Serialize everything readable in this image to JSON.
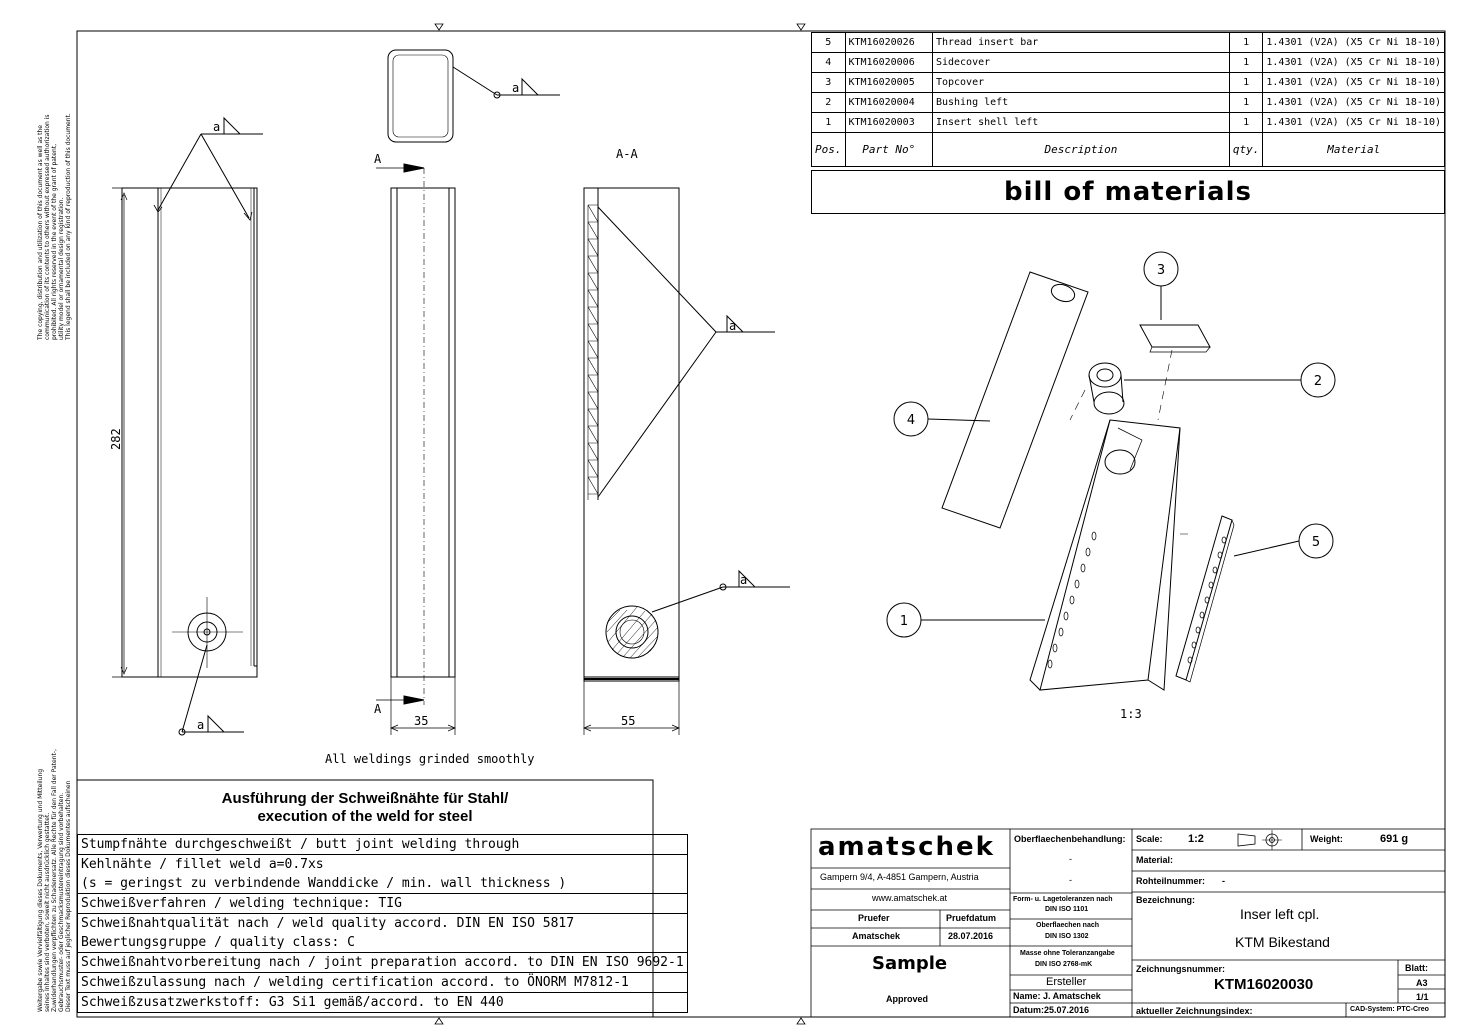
{
  "side_notes": {
    "top": [
      "The copying, distribution and utilization of this document as well as the",
      "communication of its contents to others without expressed authorization is",
      "prohibited. All rights reserved in the event of the grant of patent,",
      "utility model or ornamental design registration.",
      "This legend shall be included on any kind of reproduction of this document."
    ],
    "bottom": [
      "Weitergabe sowie Vervielfältigung dieses Dokuments, Verwertung und Mitteilung",
      "seines Inhaltes sind verboten, soweit nicht ausdrücklich gestattet.",
      "Zuwiderhandlungen verpflichten zu Schadenersatz. Alle Rechte für den Fall der Patent-,",
      "Gebrauchsmuster- oder Geschmacksmustereintragung sind vorbehalten.",
      "Dieser Text muss auf jeglicher Reproduktion dieses Dokumentes aufscheinen"
    ]
  },
  "bom": {
    "rows": [
      {
        "pos": "5",
        "part": "KTM16020026",
        "desc": "Thread insert bar",
        "qty": "1",
        "mat": "1.4301 (V2A) (X5 Cr Ni 18-10)"
      },
      {
        "pos": "4",
        "part": "KTM16020006",
        "desc": "Sidecover",
        "qty": "1",
        "mat": "1.4301 (V2A) (X5 Cr Ni 18-10)"
      },
      {
        "pos": "3",
        "part": "KTM16020005",
        "desc": "Topcover",
        "qty": "1",
        "mat": "1.4301 (V2A) (X5 Cr Ni 18-10)"
      },
      {
        "pos": "2",
        "part": "KTM16020004",
        "desc": "Bushing left",
        "qty": "1",
        "mat": "1.4301 (V2A) (X5 Cr Ni 18-10)"
      },
      {
        "pos": "1",
        "part": "KTM16020003",
        "desc": "Insert shell left",
        "qty": "1",
        "mat": "1.4301 (V2A) (X5 Cr Ni 18-10)"
      }
    ],
    "headers": {
      "pos": "Pos.",
      "part": "Part No°",
      "desc": "Description",
      "qty": "qty.",
      "mat": "Material"
    },
    "title": "bill of materials"
  },
  "drawing": {
    "weld_symbol": "a",
    "dim_height": "282",
    "dim_width_side": "35",
    "dim_width_section": "55",
    "section_label": "A-A",
    "section_mark": "A",
    "note": "All weldings grinded smoothly",
    "scale_iso": "1:3",
    "callouts": [
      "1",
      "2",
      "3",
      "4",
      "5"
    ]
  },
  "weld_spec": {
    "title_line1": "Ausführung der Schweißnähte für Stahl/",
    "title_line2": "execution of the weld for steel",
    "lines": [
      "Stumpfnähte durchgeschweißt / butt joint welding through",
      "Kehlnähte / fillet weld    a=0.7xs",
      "(s = geringst zu verbindende Wanddicke / min. wall thickness )",
      "Schweißverfahren / welding technique:   TIG",
      "Schweißnahtqualität nach / weld quality accord.    DIN EN ISO 5817",
      "Bewertungsgruppe / quality class:   C",
      "Schweißnahtvorbereitung nach / joint preparation accord. to DIN EN ISO 9692-1",
      "Schweißzulassung nach / welding certification accord. to ÖNORM M7812-1",
      "Schweißzusatzwerkstoff:    G3 Si1 gemäß/accord. to EN 440"
    ]
  },
  "title_block": {
    "company": "amatschek",
    "address": "Gampern 9/4, A-4851 Gampern, Austria",
    "website": "www.amatschek.at",
    "surface_label": "Oberflaechenbehandlung:",
    "surface_val1": "-",
    "surface_val2": "-",
    "tol_label1": "Form- u. Lagetoleranzen nach",
    "tol_val1": "DIN ISO 1101",
    "tol_label2": "Oberflaechen nach",
    "tol_val2": "DIN ISO 1302",
    "tol_label3": "Masse ohne Toleranzangabe",
    "tol_val3": "DIN ISO 2768-mK",
    "checker_label": "Pruefer",
    "check_date_label": "Pruefdatum",
    "checker": "Amatschek",
    "check_date": "28.07.2016",
    "stamp": "Sample",
    "approved": "Approved",
    "creator_label": "Ersteller",
    "name": "Name: J. Amatschek",
    "date": "Datum:25.07.2016",
    "scale_label": "Scale:",
    "scale_val": "1:2",
    "weight_label": "Weight:",
    "weight_val": "691 g",
    "material_label": "Material:",
    "raw_label": "Rohteilnummer:",
    "raw_val": "-",
    "designation_label": "Bezeichnung:",
    "designation1": "Inser left cpl.",
    "designation2": "KTM Bikestand",
    "drawing_no_label": "Zeichnungsnummer:",
    "drawing_no": "KTM16020030",
    "index_label": "aktueller Zeichnungsindex:",
    "sheet_label": "Blatt:",
    "format": "A3",
    "sheet": "1/1",
    "cad": "CAD-System: PTC-Creo"
  }
}
